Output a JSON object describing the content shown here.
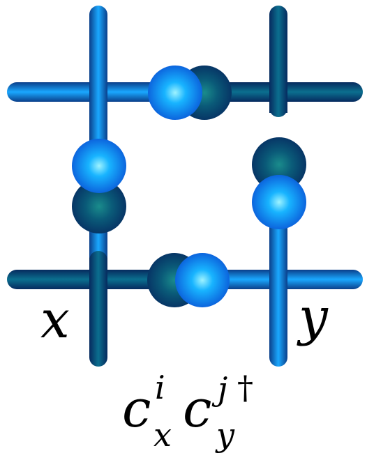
{
  "labels": {
    "site_x": "x",
    "site_y": "y",
    "operator": {
      "c1": "c",
      "c1_sub": "x",
      "c1_sup": "i",
      "c2": "c",
      "c2_sub": "y",
      "c2_sup": "j",
      "dagger": "†"
    }
  },
  "colors": {
    "light_blue": "#12a6ff",
    "dark_teal": "#0a5c86",
    "highlight": "#9ef3ff"
  }
}
